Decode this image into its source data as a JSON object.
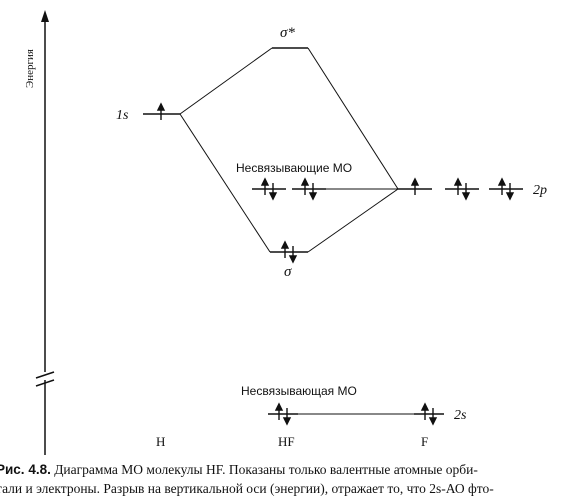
{
  "axis": {
    "label": "Энергия"
  },
  "labels": {
    "h_1s": "1s",
    "sigma_star": "σ*",
    "sigma": "σ",
    "nonbonding_mos": "Несвязывающие МО",
    "nonbonding_mo": "Несвязывающая МО",
    "f_2p": "2p",
    "f_2s": "2s"
  },
  "columns": {
    "h": "H",
    "hf": "HF",
    "f": "F"
  },
  "caption": {
    "figure": "Рис. 4.8.",
    "text": " Диаграмма МО молекулы HF. Показаны только валентные атомные орби-",
    "line2": "тали и электроны. Разрыв на вертикальной оси (энергии), отражает то, что 2s-АО фто-"
  }
}
